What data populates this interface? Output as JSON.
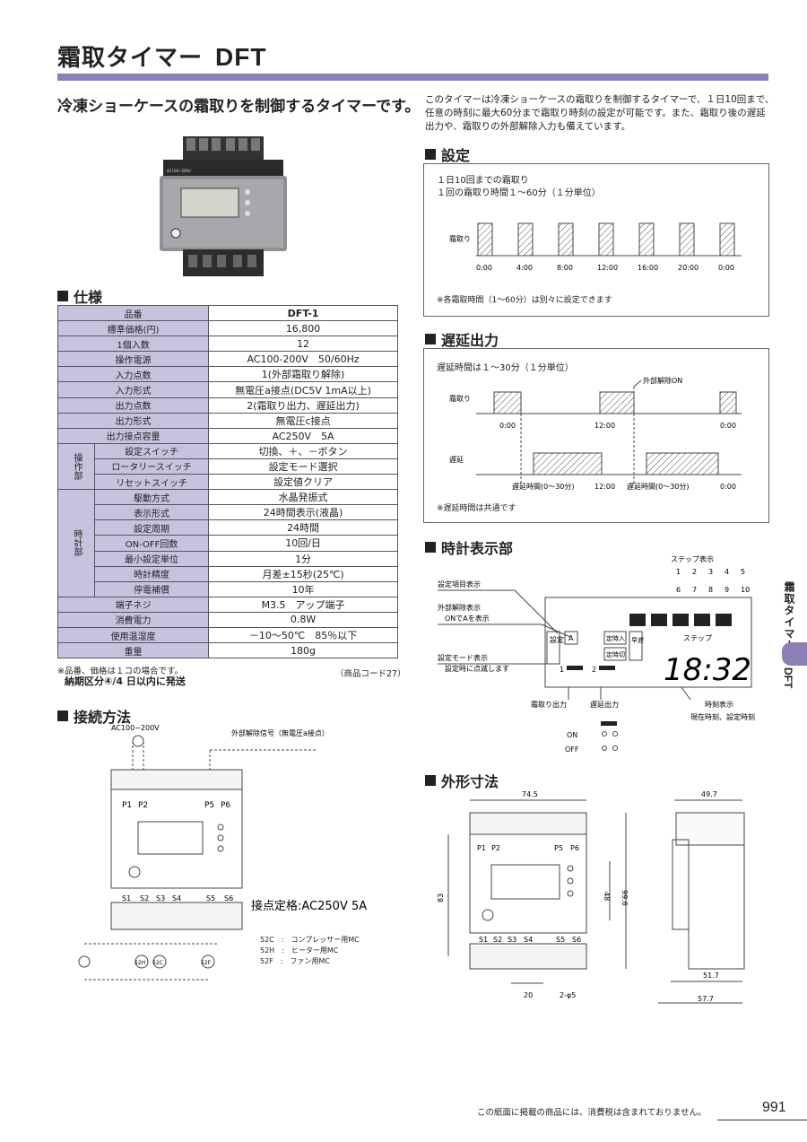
{
  "header": {
    "title": "霜取タイマー",
    "model": "DFT"
  },
  "tagline": "冷凍ショーケースの霜取りを制御するタイマーです。",
  "intro": "このタイマーは冷凍ショーケースの霜取りを制御するタイマーで、１日10回まで、任意の時刻に最大60分まで霜取り時刻の設定が可能です。また、霜取り後の遅延出力や、霜取りの外部解除入力も備えています。",
  "product_photo": {
    "label_ac": "AC100~200V"
  },
  "spec": {
    "heading": "仕様",
    "header_label": "品番",
    "header_value": "DFT-1",
    "rows": [
      {
        "label": "標準価格(円)",
        "value": "16,800"
      },
      {
        "label": "1個入数",
        "value": "12"
      },
      {
        "label": "操作電源",
        "value": "AC100-200V　50/60Hz"
      },
      {
        "label": "入力点数",
        "value": "1(外部霜取り解除)"
      },
      {
        "label": "入力形式",
        "value": "無電圧a接点(DC5V 1mA以上)"
      },
      {
        "label": "出力点数",
        "value": "2(霜取り出力、遅延出力)"
      },
      {
        "label": "出力形式",
        "value": "無電圧c接点"
      },
      {
        "label": "出力接点容量",
        "value": "AC250V　5A"
      }
    ],
    "group1": {
      "name": "操作部",
      "rows": [
        {
          "label": "設定スイッチ",
          "value": "切換、＋、－ボタン"
        },
        {
          "label": "ロータリースイッチ",
          "value": "設定モード選択"
        },
        {
          "label": "リセットスイッチ",
          "value": "設定値クリア"
        }
      ]
    },
    "group2": {
      "name": "時計部",
      "rows": [
        {
          "label": "駆動方式",
          "value": "水晶発振式"
        },
        {
          "label": "表示形式",
          "value": "24時間表示(液晶)"
        },
        {
          "label": "設定周期",
          "value": "24時間"
        },
        {
          "label": "ON-OFF回数",
          "value": "10回/日"
        },
        {
          "label": "最小設定単位",
          "value": "1分"
        },
        {
          "label": "時計精度",
          "value": "月差±15秒(25℃)"
        },
        {
          "label": "停電補償",
          "value": "10年"
        }
      ]
    },
    "rows2": [
      {
        "label": "端子ネジ",
        "value": "M3.5　アップ端子"
      },
      {
        "label": "消費電力",
        "value": "0.8W"
      },
      {
        "label": "使用温湿度",
        "value": "－10～50℃　85％以下"
      },
      {
        "label": "重量",
        "value": "180g"
      }
    ],
    "note1": "※品番、価格は１コの場合です。",
    "note2": "納期区分④/4 日以内に発送",
    "product_code": "（商品コード27）"
  },
  "settings": {
    "heading": "設定",
    "line1": "１日10回までの霜取り",
    "line2": "１回の霜取り時間１～60分（１分単位）",
    "label": "霜取り",
    "ticks": [
      "0:00",
      "4:00",
      "8:00",
      "12:00",
      "16:00",
      "20:00",
      "0:00"
    ],
    "note": "※各霜取時間（1～60分）は別々に設定できます"
  },
  "delay": {
    "heading": "遅延出力",
    "line1": "遅延時間は１～30分（１分単位）",
    "ext_release": "外部解除ON",
    "defrost_label": "霜取り",
    "delay_label": "遅延",
    "ticks1": [
      "0:00",
      "12:00",
      "0:00"
    ],
    "delay_time": "遅延時間(0～30分)",
    "ticks2_mid": "12:00",
    "ticks2_end": "0:00",
    "note": "※遅延時間は共通です"
  },
  "clock": {
    "heading": "時計表示部",
    "step_display": "ステップ表示",
    "steps_top": [
      "1",
      "2",
      "3",
      "4",
      "5"
    ],
    "steps_bottom": [
      "6",
      "7",
      "8",
      "9",
      "10"
    ],
    "item_display": "設定項目表示",
    "ext_display": "外部解除表示",
    "ext_display2": "ONでAを表示",
    "mode_display": "設定モード表示",
    "mode_display2": "設定時に点滅します",
    "setting": "設定",
    "a_label": "A",
    "timing_in": "定時入",
    "timing_off": "定時切",
    "early": "早遅",
    "step": "ステップ",
    "time": "18:32",
    "out1": "1",
    "out2": "2",
    "defrost_out": "霜取り出力",
    "delay_out": "遅延出力",
    "time_display": "時刻表示",
    "time_display2": "現在時刻、設定時刻",
    "on": "ON",
    "off": "OFF"
  },
  "wiring": {
    "heading": "接続方法",
    "ac": "AC100−200V",
    "ext_signal": "外部解除信号（無電圧a接点）",
    "p_labels": [
      "P1",
      "P2",
      "P5",
      "P6"
    ],
    "s_labels": [
      "S1",
      "S2",
      "S3",
      "S4",
      "S5",
      "S6"
    ],
    "rating": "接点定格:AC250V 5A",
    "loads": [
      "52H",
      "52C",
      "52F"
    ],
    "legend": [
      {
        "code": "52C",
        "desc": "コンプレッサー用MC"
      },
      {
        "code": "52H",
        "desc": "ヒーター用MC"
      },
      {
        "code": "52F",
        "desc": "ファン用MC"
      }
    ]
  },
  "dimensions": {
    "heading": "外形寸法",
    "width": "74.5",
    "depth": "49.7",
    "h83": "83",
    "h48": "48",
    "h99": "99.6",
    "d20": "20",
    "hole": "2-φ5",
    "d51": "51.7",
    "d57": "57.7",
    "p_labels": [
      "P1",
      "P2",
      "P5",
      "P6"
    ],
    "s_labels": [
      "S1",
      "S2",
      "S3",
      "S4",
      "S5",
      "S6"
    ]
  },
  "sidebar": {
    "label": "霜取タイマー",
    "code": "DFT"
  },
  "footer": {
    "note": "この紙面に掲載の商品には、消費税は含まれておりません。",
    "page": "991"
  },
  "colors": {
    "accent": "#8c7fb4",
    "table_label": "#c9c2df"
  }
}
